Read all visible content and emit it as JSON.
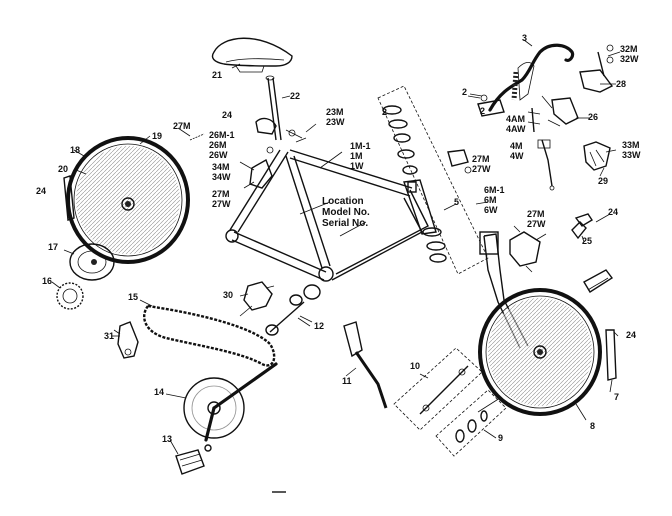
{
  "diagram": {
    "callouts": [
      {
        "id": "saddle",
        "text": "21"
      },
      {
        "id": "seat-post",
        "text": "22"
      },
      {
        "id": "seat-clamp",
        "text": "24"
      },
      {
        "id": "seat-bolt",
        "text": "23M\n23W"
      },
      {
        "id": "handlebar",
        "text": "3"
      },
      {
        "id": "brake-lever-right",
        "text": "32M\n32W"
      },
      {
        "id": "brake-lever-left",
        "text": "28"
      },
      {
        "id": "shifter",
        "text": "26"
      },
      {
        "id": "stem",
        "text": "2"
      },
      {
        "id": "stem-bolt",
        "text": "2"
      },
      {
        "id": "headset",
        "text": "2"
      },
      {
        "id": "stem-parts-a",
        "text": "4AM\n4AW"
      },
      {
        "id": "stem-parts-b",
        "text": "4M\n4W"
      },
      {
        "id": "shifter-lever",
        "text": "33M\n33W"
      },
      {
        "id": "shifter-clamp",
        "text": "29"
      },
      {
        "id": "frame-top",
        "text": "1M-1\n1M\n1W"
      },
      {
        "id": "location",
        "text": "Location\nModel No.\nSerial No."
      },
      {
        "id": "front-brake",
        "text": "27M\n27W"
      },
      {
        "id": "head-clamp",
        "text": "27M\n27W"
      },
      {
        "id": "fork",
        "text": "6M-1\n6M\n6W"
      },
      {
        "id": "fork-bearing",
        "text": "5"
      },
      {
        "id": "reflector-clip",
        "text": "24"
      },
      {
        "id": "cable-clip",
        "text": "25"
      },
      {
        "id": "rear-brake-cable",
        "text": "27M"
      },
      {
        "id": "derailleur-a",
        "text": "26M-1\n26M\n26W"
      },
      {
        "id": "derailleur-b",
        "text": "34M\n34W"
      },
      {
        "id": "rear-brake",
        "text": "27M\n27W"
      },
      {
        "id": "rear-rim",
        "text": "18"
      },
      {
        "id": "rear-spokes",
        "text": "19"
      },
      {
        "id": "rear-tire",
        "text": "20"
      },
      {
        "id": "rear-reflector",
        "text": "24"
      },
      {
        "id": "freewheel-cover",
        "text": "17"
      },
      {
        "id": "freewheel",
        "text": "16"
      },
      {
        "id": "chain",
        "text": "15"
      },
      {
        "id": "rear-derailleur",
        "text": "30"
      },
      {
        "id": "bottom-bracket",
        "text": "12"
      },
      {
        "id": "front-derailleur",
        "text": "31"
      },
      {
        "id": "chainwheel",
        "text": "14"
      },
      {
        "id": "pedal",
        "text": "13"
      },
      {
        "id": "kickstand",
        "text": "11"
      },
      {
        "id": "axle",
        "text": "10"
      },
      {
        "id": "axle-nuts",
        "text": "9"
      },
      {
        "id": "front-wheel",
        "text": "8"
      },
      {
        "id": "front-tire",
        "text": "7"
      },
      {
        "id": "front-reflector",
        "text": "24"
      }
    ]
  }
}
